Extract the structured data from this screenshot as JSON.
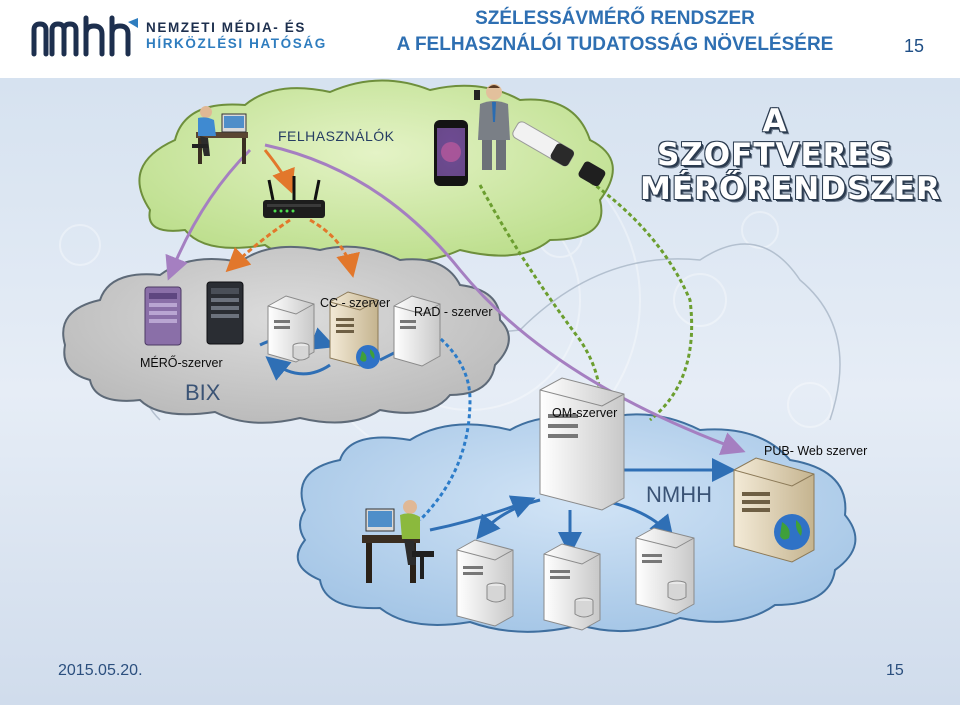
{
  "header": {
    "org_line1": "NEMZETI MÉDIA- ÉS",
    "org_line2": "HÍRKÖZLÉSI HATÓSÁG",
    "title_line1": "SZÉLESSÁVMÉRŐ RENDSZER",
    "title_line2": "A FELHASZNÁLÓI TUDATOSSÁG NÖVELÉSÉRE",
    "slide_number": "15"
  },
  "diagram": {
    "users_cloud_label": "FELHASZNÁLÓK",
    "brand_line1": "A SZOFTVERES",
    "brand_line2": "MÉRŐRENDSZER",
    "cc_server": "CC - szerver",
    "rad_server": "RAD - szerver",
    "meter_server": "MÉRŐ-szerver",
    "bix": "BIX",
    "om_server": "OM-szerver",
    "pub_server": "PUB- Web szerver",
    "nmhh": "NMHH"
  },
  "footer": {
    "date": "2015.05.20.",
    "page": "15"
  },
  "colors": {
    "title": "#2e6fb2",
    "cloud_green": "#cfe8a4",
    "cloud_blue": "#b9d3ec",
    "arrow_purple": "#a57fc1",
    "arrow_orange": "#e2772b",
    "arrow_blue": "#2f6fb5",
    "dashed_green": "#6b9e2f",
    "dashed_blue": "#2c7cc9"
  },
  "icons": [
    "nmhh-logo",
    "user-desk-icon",
    "wifi-router-icon",
    "businessman-phone-icon",
    "smartphone-icon",
    "usb-modem-icon",
    "server-icon",
    "globe-icon",
    "database-icon"
  ]
}
